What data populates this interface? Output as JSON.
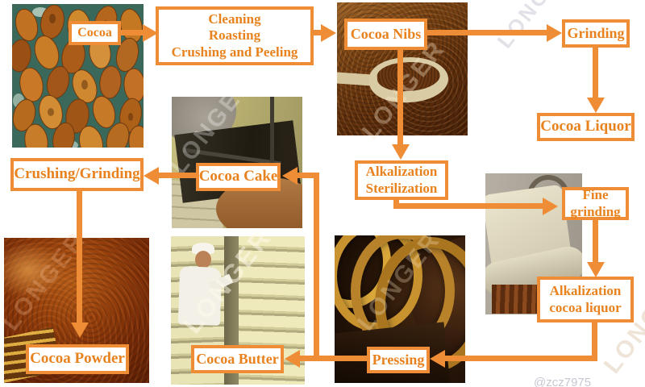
{
  "diagram": {
    "type": "process-flowchart"
  },
  "colors": {
    "accent": "#EF8C36",
    "label_text": "#E8821E"
  },
  "watermark": {
    "text": "LONGER",
    "credit": "@zcz7975"
  },
  "nodes": {
    "cocoa": {
      "label": "Cocoa"
    },
    "cleaning_roasting": {
      "lines": [
        "Cleaning",
        "Roasting",
        "Crushing and Peeling"
      ]
    },
    "cocoa_nibs": {
      "label": "Cocoa Nibs"
    },
    "grinding": {
      "label": "Grinding"
    },
    "cocoa_liquor": {
      "label": "Cocoa Liquor"
    },
    "alkalization_sterilization": {
      "lines": [
        "Alkalization",
        "Sterilization"
      ]
    },
    "fine_grinding": {
      "lines": [
        "Fine",
        "grinding"
      ]
    },
    "alkalization_cocoa_liquor": {
      "lines": [
        "Alkalization",
        "cocoa liquor"
      ]
    },
    "pressing": {
      "label": "Pressing"
    },
    "cocoa_cake": {
      "label": "Cocoa Cake"
    },
    "crushing_grinding": {
      "label": "Crushing/Grinding"
    },
    "cocoa_butter": {
      "label": "Cocoa Butter"
    },
    "cocoa_powder": {
      "label": "Cocoa Powder"
    }
  },
  "photos": [
    "cocoa-beans-photo",
    "cocoa-nibs-photo",
    "cocoa-cake-machine-photo",
    "fine-grinding-machine-photo",
    "pressing-machine-photo",
    "cocoa-powder-photo",
    "cocoa-butter-photo"
  ],
  "edges": [
    {
      "from": "cocoa",
      "to": "cleaning_roasting"
    },
    {
      "from": "cleaning_roasting",
      "to": "cocoa_nibs"
    },
    {
      "from": "cocoa_nibs",
      "to": "grinding"
    },
    {
      "from": "grinding",
      "to": "cocoa_liquor"
    },
    {
      "from": "cocoa_nibs",
      "to": "alkalization_sterilization"
    },
    {
      "from": "alkalization_sterilization",
      "to": "fine_grinding"
    },
    {
      "from": "fine_grinding",
      "to": "alkalization_cocoa_liquor"
    },
    {
      "from": "alkalization_cocoa_liquor",
      "to": "pressing"
    },
    {
      "from": "pressing",
      "to": "cocoa_butter"
    },
    {
      "from": "pressing",
      "to": "cocoa_cake"
    },
    {
      "from": "cocoa_cake",
      "to": "crushing_grinding"
    },
    {
      "from": "crushing_grinding",
      "to": "cocoa_powder"
    }
  ]
}
